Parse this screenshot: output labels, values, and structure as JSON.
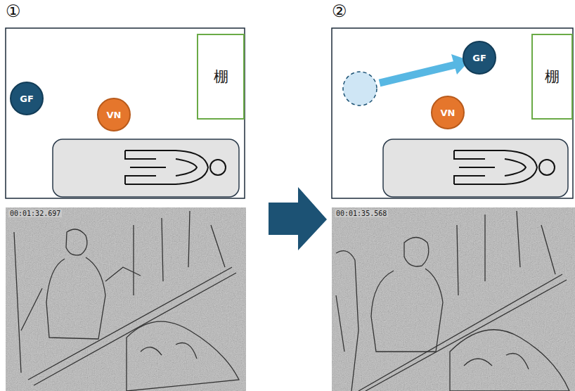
{
  "diagram": {
    "nodes": [
      {
        "text": [
          "GF"
        ]
      },
      {
        "text": [
          "VN"
        ]
      },
      {
        "text": [
          "棚"
        ]
      },
      {
        "text": [
          "GF"
        ]
      },
      {
        "text": [
          "VN"
        ]
      },
      {
        "text": [
          "棚"
        ]
      }
    ],
    "labels": [
      "①",
      "②",
      "00:01:32.697",
      "00:01:35.568"
    ]
  }
}
